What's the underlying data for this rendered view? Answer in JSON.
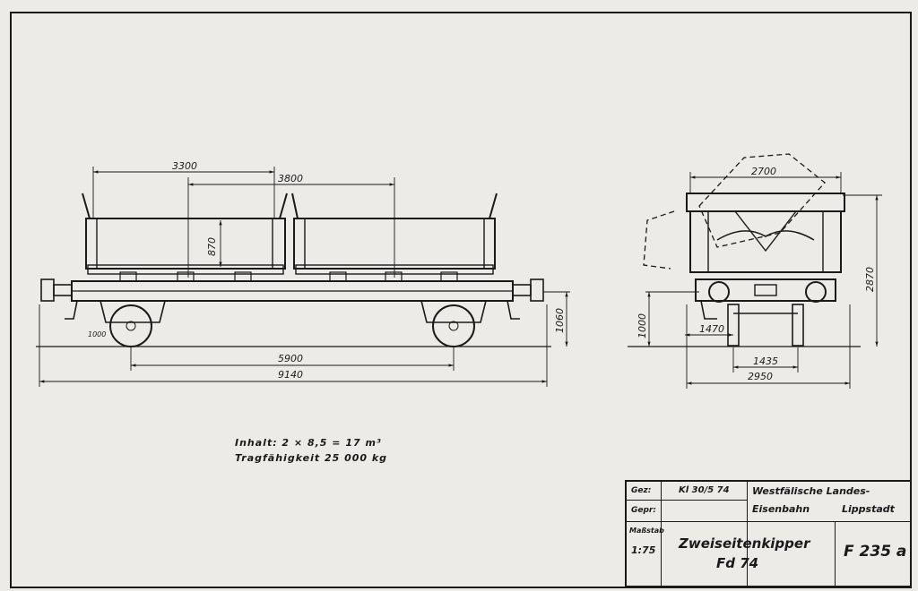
{
  "drawing": {
    "dimensions_side": {
      "box_length": "3300",
      "box_spacing": "3800",
      "box_height": "870",
      "wheel_diameter": "1000",
      "axle_distance": "5900",
      "total_length": "9140",
      "buffer_height": "1060"
    },
    "dimensions_end": {
      "top_width": "2700",
      "total_height": "2870",
      "wheel_diameter": "1000",
      "buffer_spacing": "1470",
      "gauge": "1435",
      "total_width": "2950"
    },
    "notes": {
      "capacity": "Inhalt: 2 × 8,5 = 17 m³",
      "load_capacity": "Tragfähigkeit  25 000 kg"
    },
    "title_block": {
      "drawn_label": "Gez:",
      "drawn_value": "Kl 30/5 74",
      "checked_label": "Gepr:",
      "company_line1": "Westfälische Landes-",
      "company_line2": "Eisenbahn",
      "company_line3": "Lippstadt",
      "scale_label": "Maßstab",
      "scale_value": "1:75",
      "title_line1": "Zweiseitenkipper",
      "title_line2": "Fd 74",
      "drawing_number": "F 235 a"
    }
  }
}
